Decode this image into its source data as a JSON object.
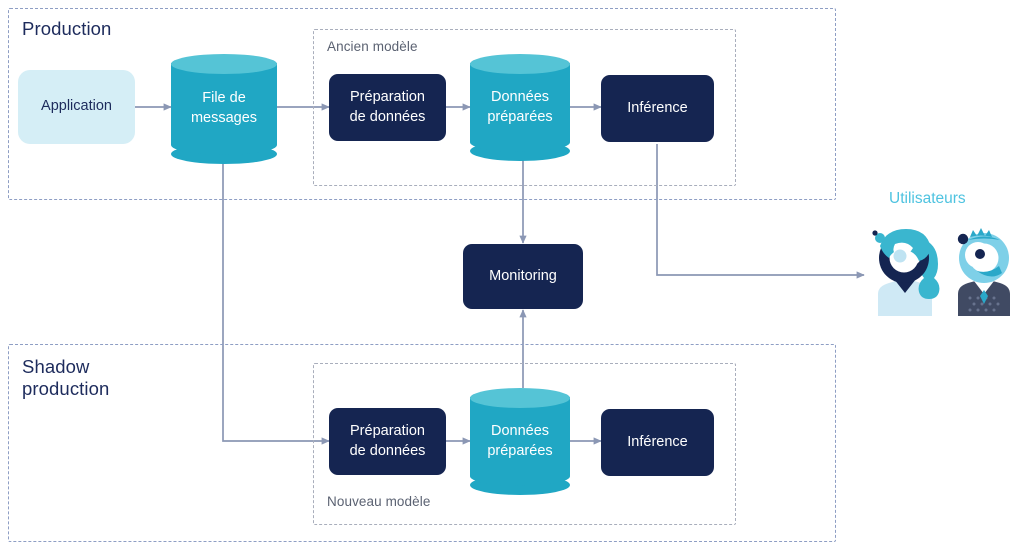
{
  "diagram": {
    "title_alt": "Shadow deployment pipeline",
    "colors": {
      "navy": "#152551",
      "teal": "#20a7c4",
      "teal_light": "#55c4d6",
      "pale_blue": "#d5eef6",
      "accent_cyan": "#4ec3e0",
      "wire": "#8b97b4",
      "dashed_outer": "#8e9ec4",
      "dashed_inner": "#a9aebc"
    },
    "zones": [
      {
        "id": "production",
        "label": "Production"
      },
      {
        "id": "shadow-production",
        "label": "Shadow\nproduction"
      }
    ],
    "subzones": [
      {
        "id": "ancien-modele",
        "label": "Ancien modèle"
      },
      {
        "id": "nouveau-modele",
        "label": "Nouveau modèle"
      }
    ],
    "nodes": {
      "application": {
        "label": "Application",
        "shape": "rounded-rect",
        "style": "light"
      },
      "file_de_messages": {
        "label": "File de\nmessages",
        "shape": "cylinder"
      },
      "preparation_donnees_top": {
        "label": "Préparation\nde données",
        "shape": "rounded-rect",
        "style": "dark"
      },
      "donnees_preparees_top": {
        "label": "Données\npréparées",
        "shape": "cylinder"
      },
      "inference_top": {
        "label": "Inférence",
        "shape": "rounded-rect",
        "style": "dark"
      },
      "monitoring": {
        "label": "Monitoring",
        "shape": "rounded-rect",
        "style": "dark"
      },
      "preparation_donnees_bottom": {
        "label": "Préparation\nde données",
        "shape": "rounded-rect",
        "style": "dark"
      },
      "donnees_preparees_bottom": {
        "label": "Données\npréparées",
        "shape": "cylinder"
      },
      "inference_bottom": {
        "label": "Inférence",
        "shape": "rounded-rect",
        "style": "dark"
      }
    },
    "users": {
      "label": "Utilisateurs",
      "avatar_female": "female-user-avatar",
      "avatar_male": "male-user-avatar"
    },
    "edges": [
      {
        "from": "application",
        "to": "file_de_messages"
      },
      {
        "from": "file_de_messages",
        "to": "preparation_donnees_top"
      },
      {
        "from": "file_de_messages",
        "to": "preparation_donnees_bottom"
      },
      {
        "from": "preparation_donnees_top",
        "to": "donnees_preparees_top"
      },
      {
        "from": "donnees_preparees_top",
        "to": "inference_top"
      },
      {
        "from": "donnees_preparees_top",
        "to": "monitoring"
      },
      {
        "from": "inference_top",
        "to": "users"
      },
      {
        "from": "preparation_donnees_bottom",
        "to": "donnees_preparees_bottom"
      },
      {
        "from": "donnees_preparees_bottom",
        "to": "inference_bottom"
      },
      {
        "from": "donnees_preparees_bottom",
        "to": "monitoring"
      }
    ]
  }
}
